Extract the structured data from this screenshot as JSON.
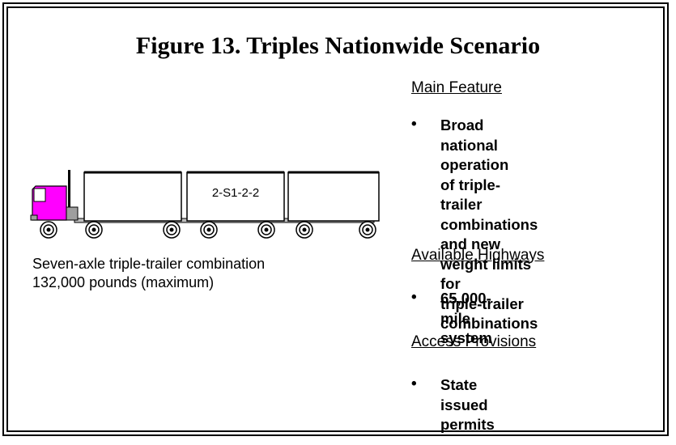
{
  "figure": {
    "title": "Figure 13.  Triples Nationwide Scenario"
  },
  "truck": {
    "config_label": "2-S1-2-2",
    "cab_color": "#ff00ff",
    "caption_line1": "Seven-axle triple-trailer combination",
    "caption_line2": "132,000 pounds (maximum)"
  },
  "sections": [
    {
      "heading": "Main Feature",
      "bullet": "Broad national operation\nof triple-trailer\ncombinations and new\nweight limits for\ntriple-trailer combinations"
    },
    {
      "heading": "Available Highways",
      "bullet": "65,000-mile system"
    },
    {
      "heading": "Access Provisions",
      "bullet": "State issued permits"
    }
  ],
  "bullet_symbol": "•"
}
